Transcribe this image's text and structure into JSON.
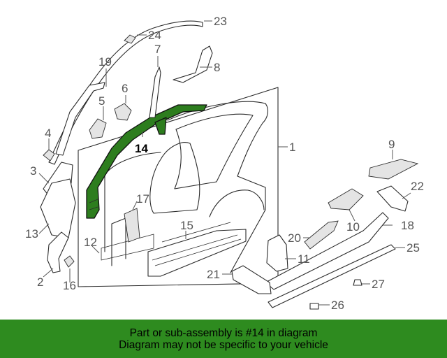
{
  "colors": {
    "highlight": "#2d7d1e",
    "banner_bg": "#2e8b1f",
    "line": "#2b2b2b",
    "callout_text": "#555555"
  },
  "diagram": {
    "highlighted_part": "14",
    "callouts": [
      "1",
      "2",
      "3",
      "4",
      "5",
      "6",
      "7",
      "8",
      "9",
      "10",
      "11",
      "12",
      "13",
      "14",
      "15",
      "16",
      "17",
      "18",
      "19",
      "20",
      "21",
      "22",
      "23",
      "24",
      "25",
      "26",
      "27"
    ]
  },
  "banner": {
    "line1": "Part or sub-assembly is #14 in diagram",
    "line2": "Diagram may not be specific to your vehicle"
  }
}
